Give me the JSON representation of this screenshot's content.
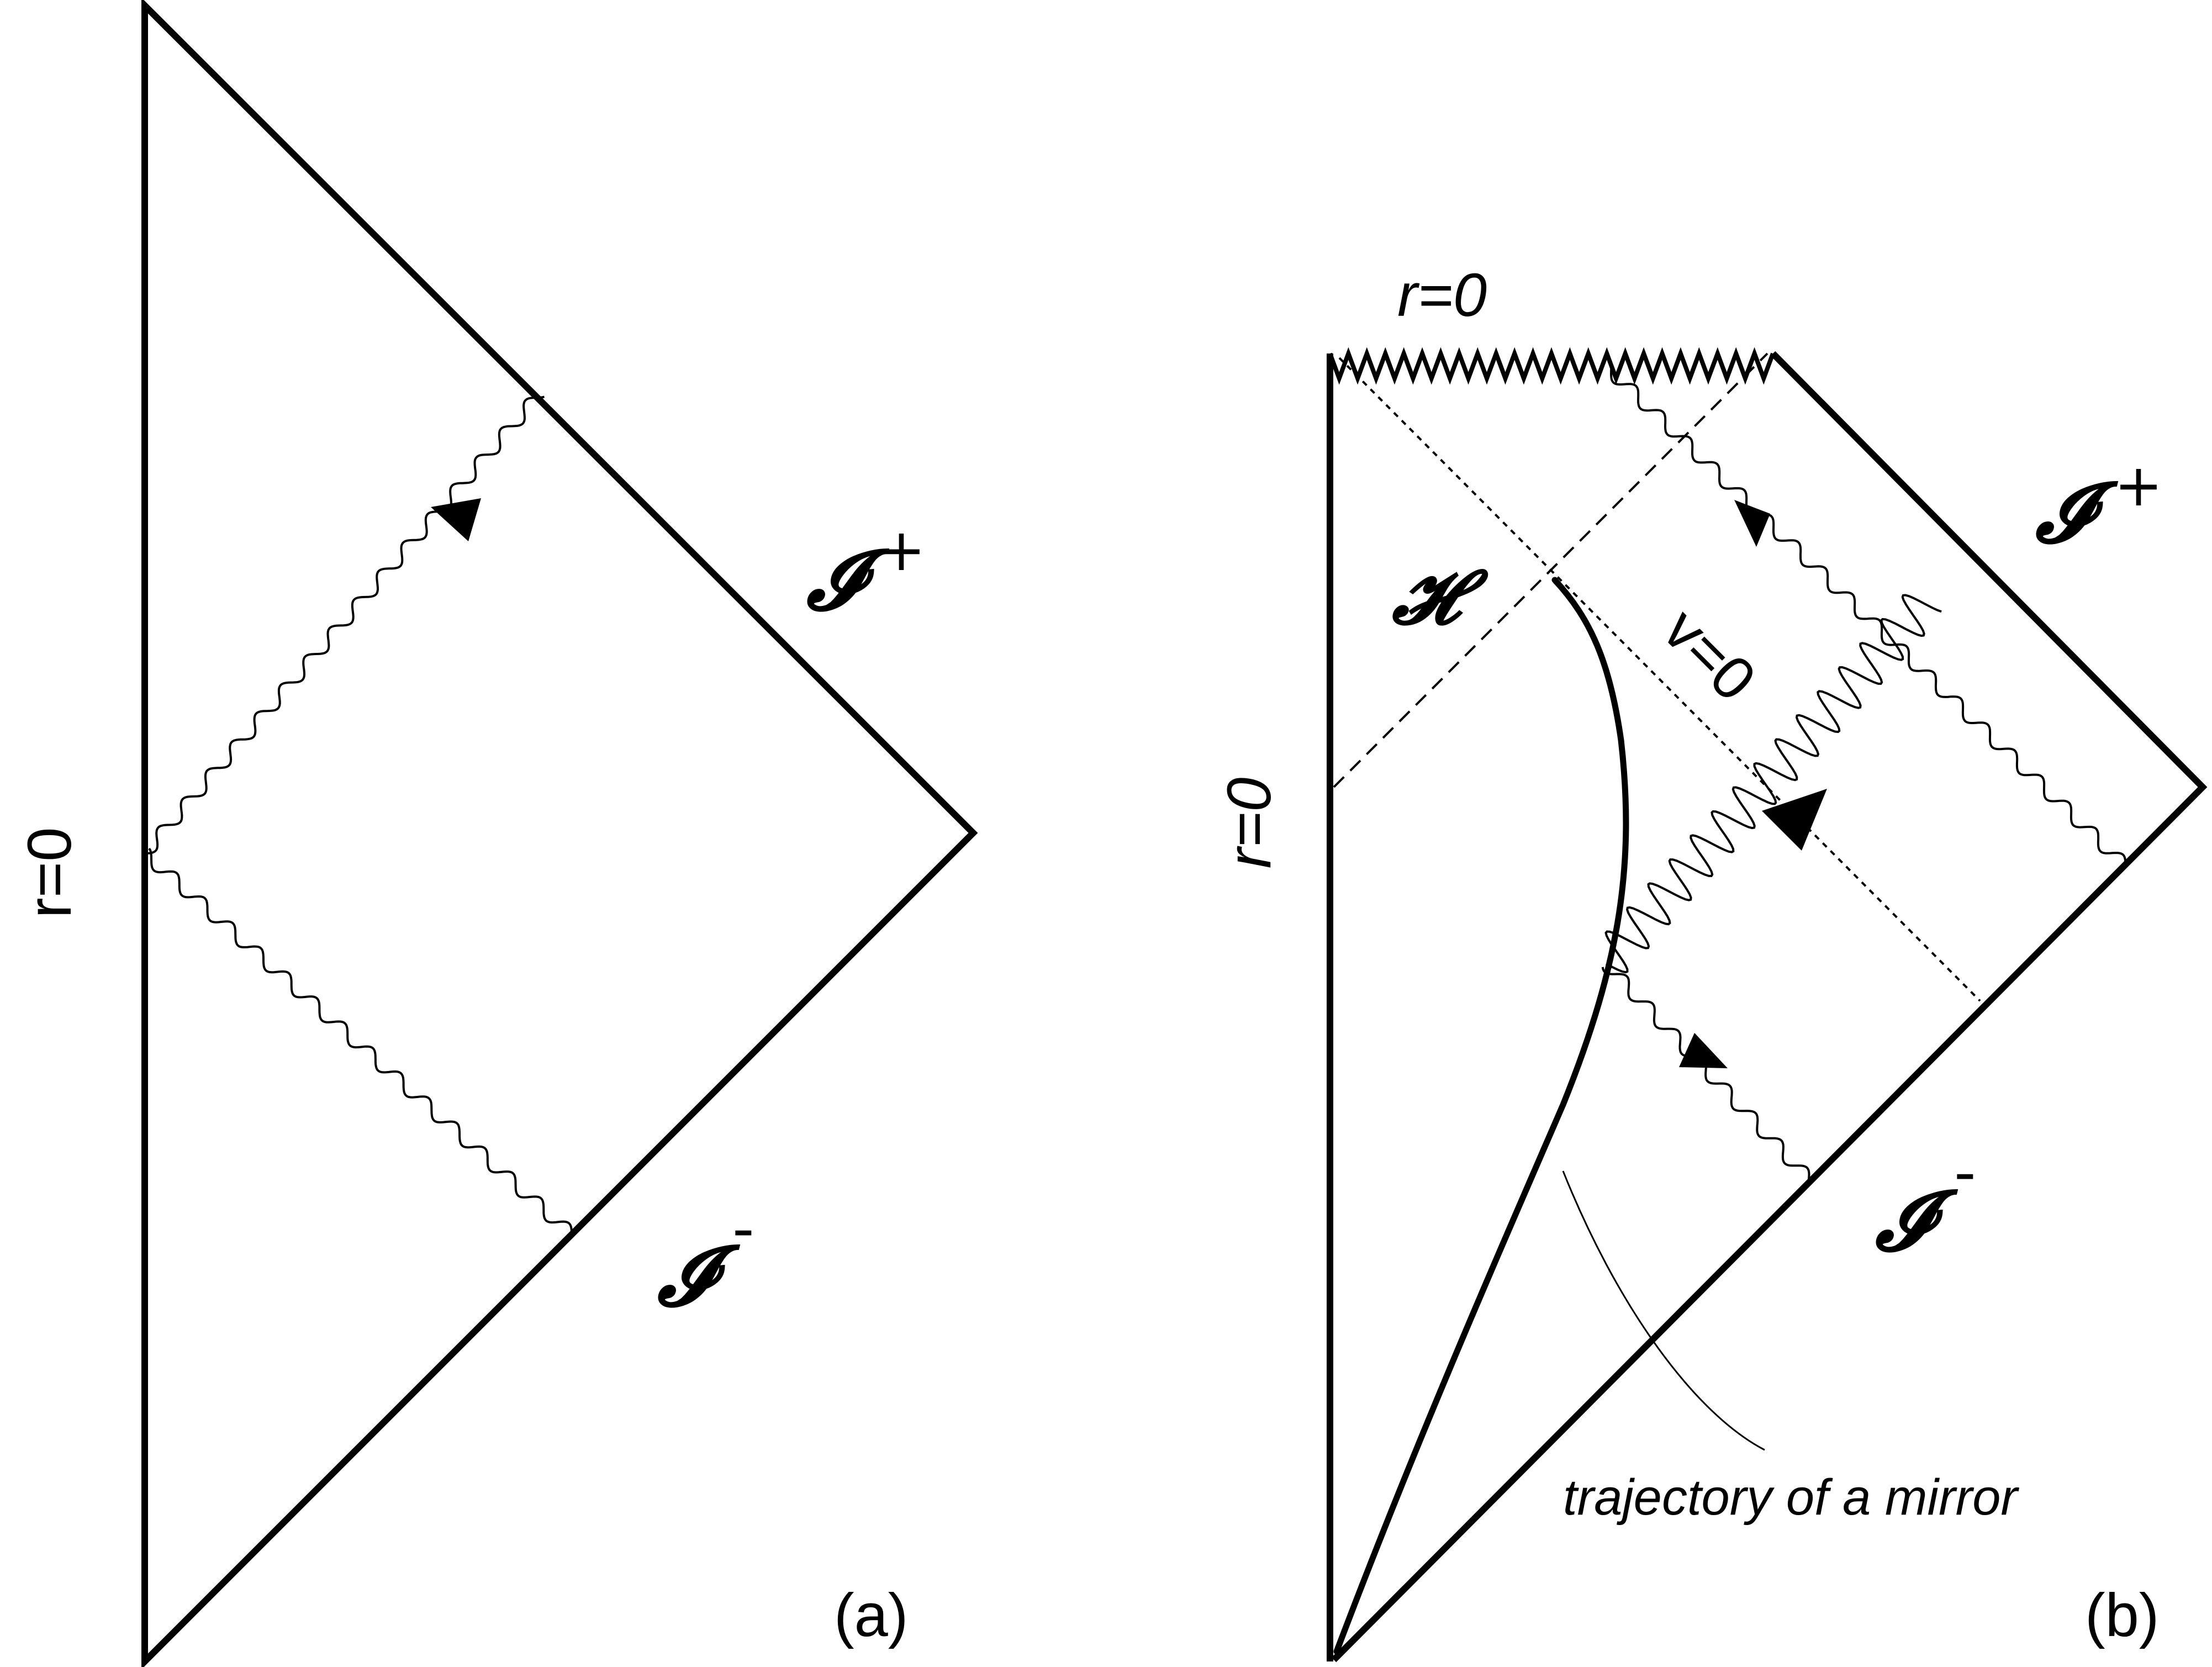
{
  "panel_a": {
    "left_axis_label": "r=0",
    "future_null_infinity": "𝓘",
    "future_sign": "+",
    "past_null_infinity": "𝓘",
    "past_sign": "-",
    "panel_label": "(a)"
  },
  "panel_b": {
    "singularity_label": "r=0",
    "left_axis_label": "r=0",
    "horizon_label": "𝓗",
    "null_line_label": "v=0",
    "future_null_infinity": "𝓘",
    "future_sign": "+",
    "past_null_infinity": "𝓘",
    "past_sign": "-",
    "mirror_label": "trajectory of a mirror",
    "panel_label": "(b)"
  },
  "colors": {
    "ink": "#000000",
    "background": "#ffffff"
  }
}
